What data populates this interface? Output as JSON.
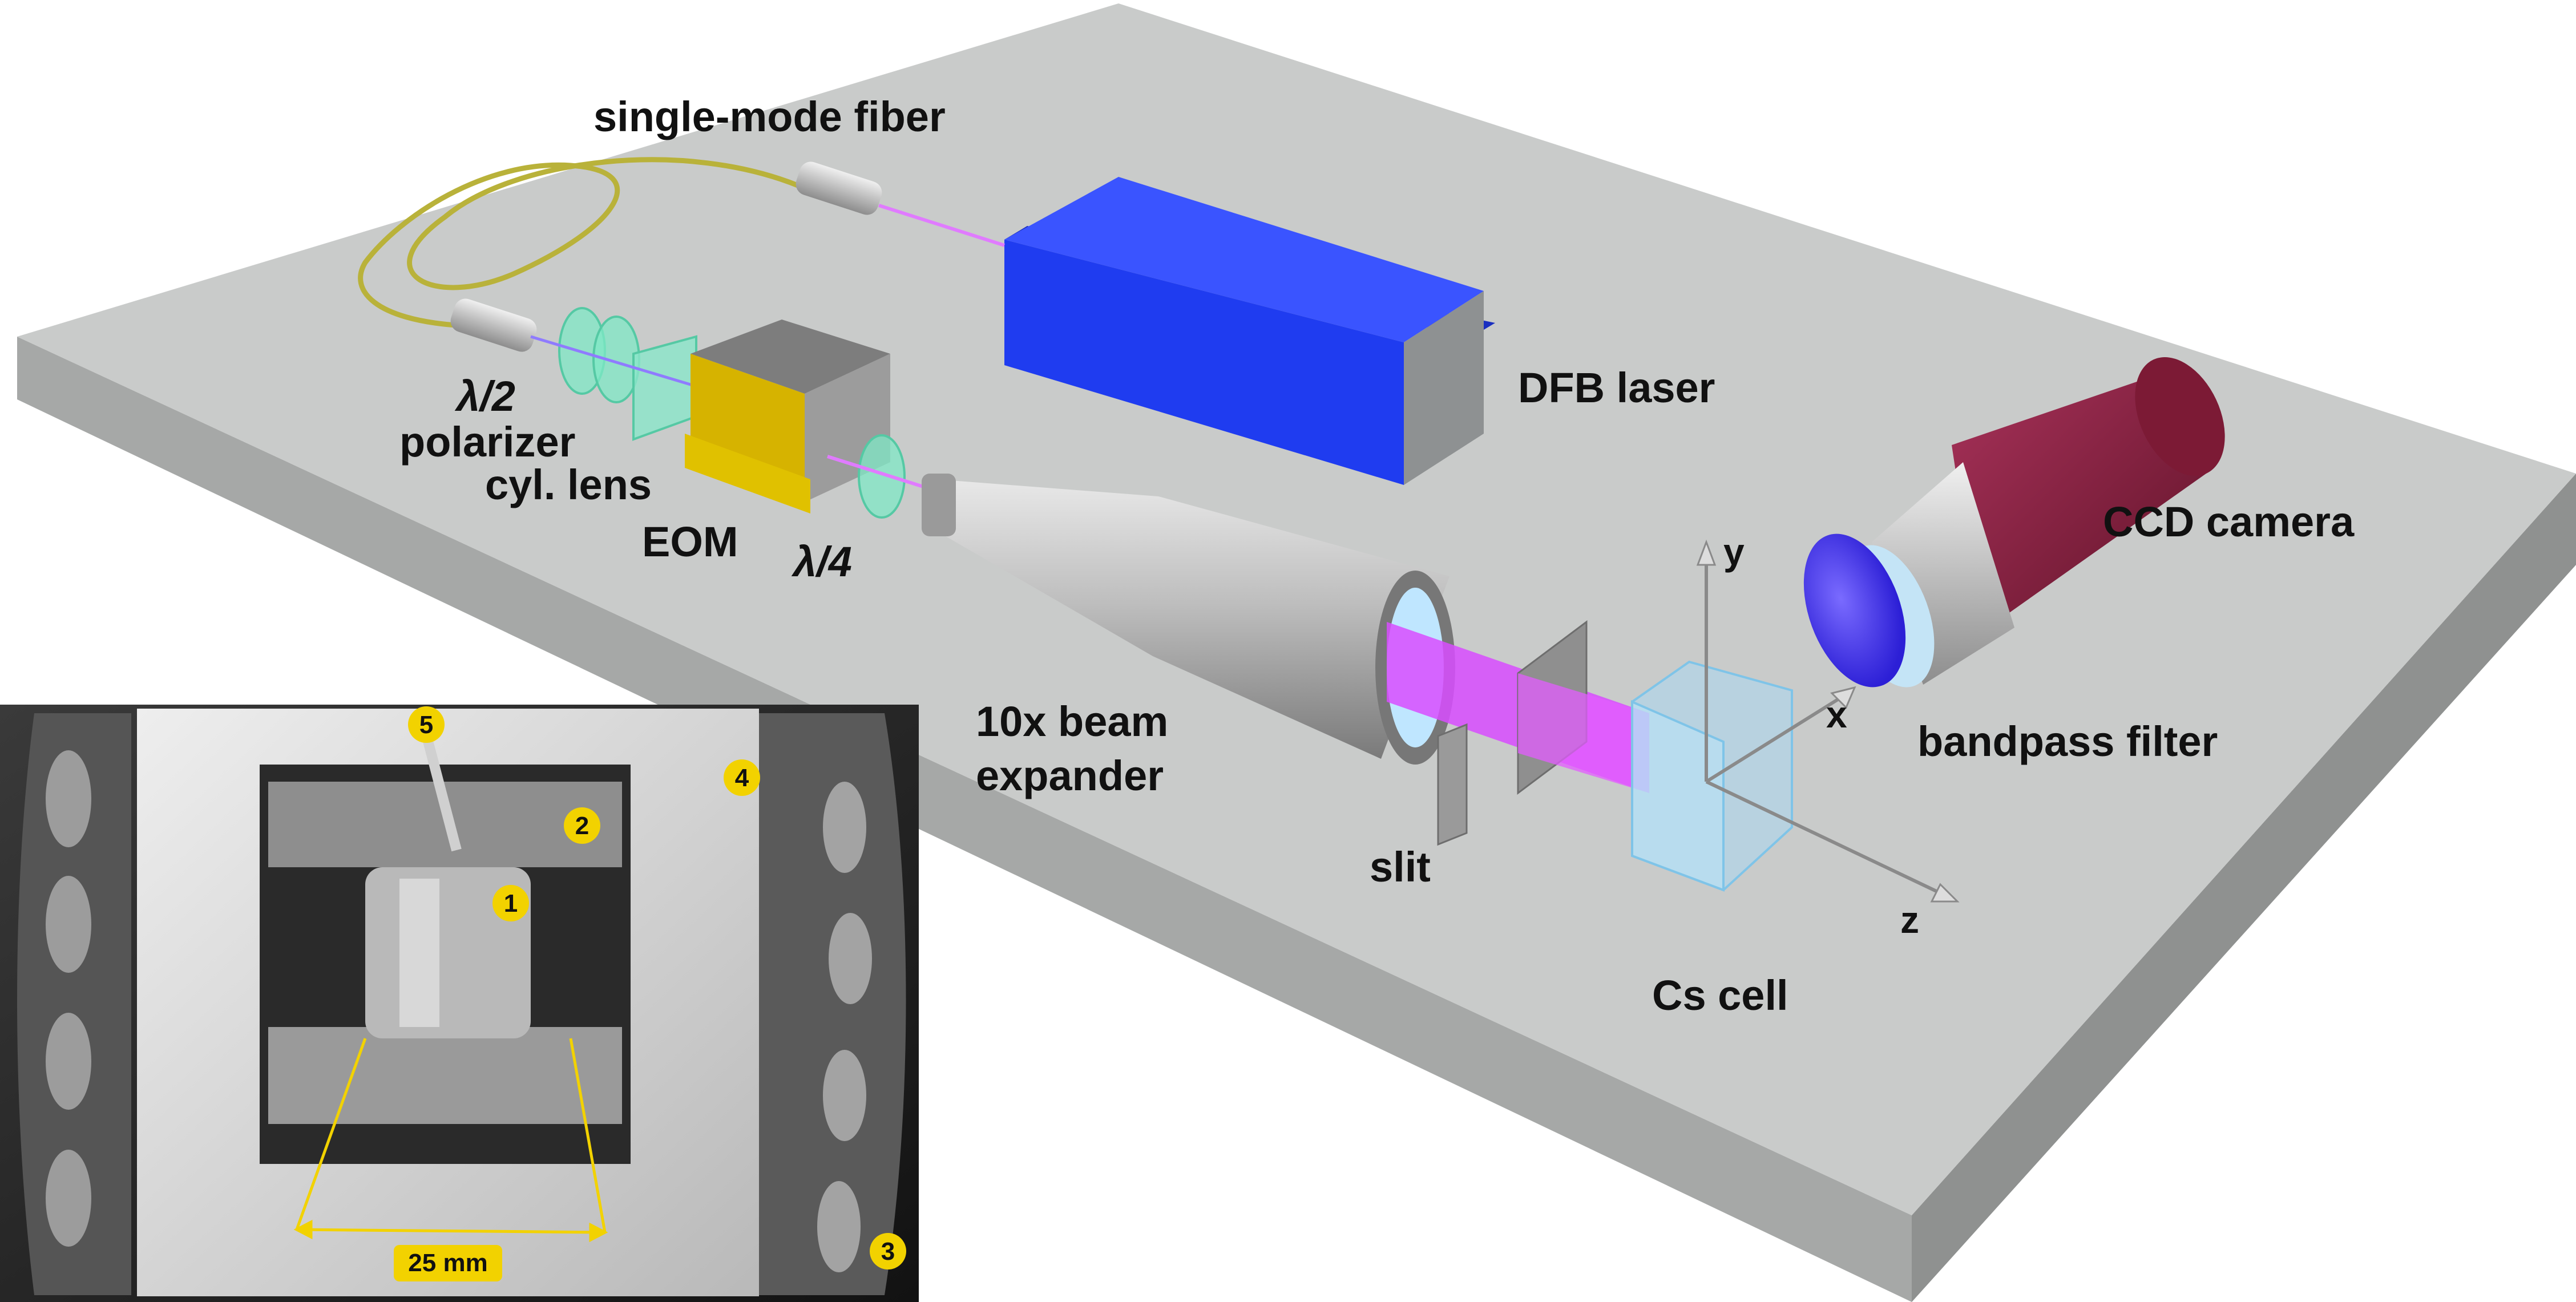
{
  "labels": {
    "single_mode_fiber": "single-mode fiber",
    "dfb_laser": "DFB laser",
    "lambda_half": "λ/2",
    "polarizer": "polarizer",
    "cyl_lens": "cyl. lens",
    "eom": "EOM",
    "lambda_quarter": "λ/4",
    "beam_expander_line1": "10x beam",
    "beam_expander_line2": "expander",
    "slit": "slit",
    "cs_cell": "Cs cell",
    "ccd_camera": "CCD camera",
    "bandpass_filter": "bandpass filter",
    "axis_x": "x",
    "axis_y": "y",
    "axis_z": "z"
  },
  "photo": {
    "scale_label": "25 mm",
    "badges": [
      "1",
      "2",
      "3",
      "4",
      "5"
    ]
  },
  "colors": {
    "table_top": "#c9cbca",
    "table_front": "#a6a8a7",
    "laser_blue": "#1f3cf0",
    "eom_yellow": "#d6b300",
    "beam_magenta": "#d84cff",
    "ccd_red": "#8a1f3a",
    "fiber_yellow": "#b9b23a",
    "badge_yellow": "#f2d200"
  }
}
